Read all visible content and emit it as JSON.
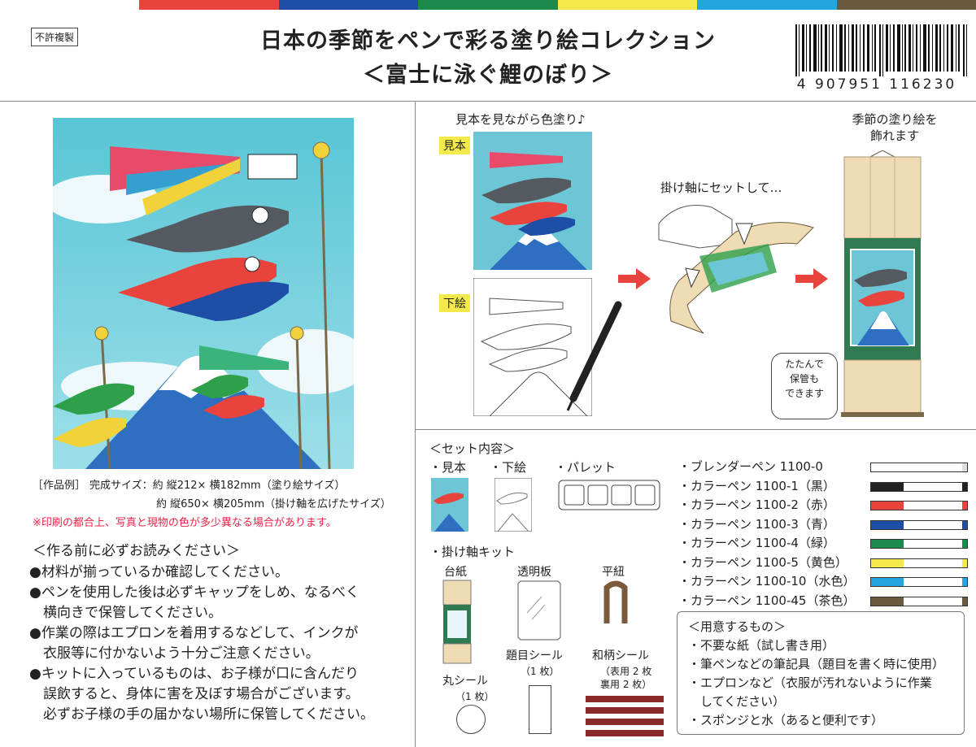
{
  "colors": {
    "bar": [
      "#ffffff",
      "#e8433c",
      "#1e4ea6",
      "#1c8a4a",
      "#f4e94a",
      "#25a6dc",
      "#6b5a3d"
    ],
    "accent_red": "#e8433c"
  },
  "header": {
    "badge": "不許複製",
    "title_line1": "日本の季節をペンで彩る塗り絵コレクション",
    "title_line2": "＜富士に泳ぐ鯉のぼり＞",
    "barcode_number": "4 907951 116230"
  },
  "left": {
    "example_label": "［作品例］",
    "size_line1": "完成サイズ：約 縦212× 横182mm（塗り絵サイズ）",
    "size_line2": "約 縦650× 横205mm（掛け軸を広げたサイズ）",
    "note": "※印刷の都合上、写真と現物の色が多少異なる場合があります。",
    "rules_title": "＜作る前に必ずお読みください＞",
    "rules": [
      "●材料が揃っているか確認してください。",
      "●ペンを使用した後は必ずキャップをしめ、なるべく",
      "　横向きで保管してください。",
      "●作業の際はエプロンを着用するなどして、インクが",
      "　衣服等に付かないよう十分ご注意ください。",
      "●キットに入っているものは、お子様が口に含んだり",
      "　誤飲すると、身体に害を及ぼす場合がございます。",
      "　必ずお子様の手の届かない場所に保管してください。"
    ]
  },
  "steps": {
    "step1_caption": "見本を見ながら色塗り♪",
    "sample_tag": "見本",
    "draft_tag": "下絵",
    "step2_caption": "掛け軸にセットして…",
    "step3_caption_line1": "季節の塗り絵を",
    "step3_caption_line2": "飾れます",
    "bubble_line1": "たたんで",
    "bubble_line2": "保管も",
    "bubble_line3": "できます"
  },
  "contents": {
    "title": "＜セット内容＞",
    "sample": "・見本",
    "draft": "・下絵",
    "palette": "・パレット",
    "kit_title": "・掛け軸キット",
    "base_paper": "台紙",
    "transparent_plate": "透明板",
    "flat_cord": "平紐",
    "title_seal": "題目シール",
    "title_seal_count": "（1 枚）",
    "wagara_seal": "和柄シール",
    "wagara_count1": "（表用 2 枚",
    "wagara_count2": "裏用 2 枚）",
    "round_seal": "丸シール",
    "round_seal_count": "（1 枚）"
  },
  "pens": [
    {
      "label": "・ブレンダーペン 1100-0",
      "color": "#ffffff"
    },
    {
      "label": "・カラーペン 1100-1（黒）",
      "color": "#222222"
    },
    {
      "label": "・カラーペン 1100-2（赤）",
      "color": "#e8433c"
    },
    {
      "label": "・カラーペン 1100-3（青）",
      "color": "#1e4ea6"
    },
    {
      "label": "・カラーペン 1100-4（緑）",
      "color": "#1c8a4a"
    },
    {
      "label": "・カラーペン 1100-5（黄色）",
      "color": "#f4e94a"
    },
    {
      "label": "・カラーペン 1100-10（水色）",
      "color": "#25a6dc"
    },
    {
      "label": "・カラーペン 1100-45（茶色）",
      "color": "#6b5a3d"
    }
  ],
  "prepare": {
    "title": "＜用意するもの＞",
    "items": [
      "・不要な紙（試し書き用）",
      "・筆ペンなどの筆記具（題目を書く時に使用）",
      "・エプロンなど（衣服が汚れないように作業",
      "　してください）",
      "・スポンジと水（あると便利です）"
    ]
  }
}
